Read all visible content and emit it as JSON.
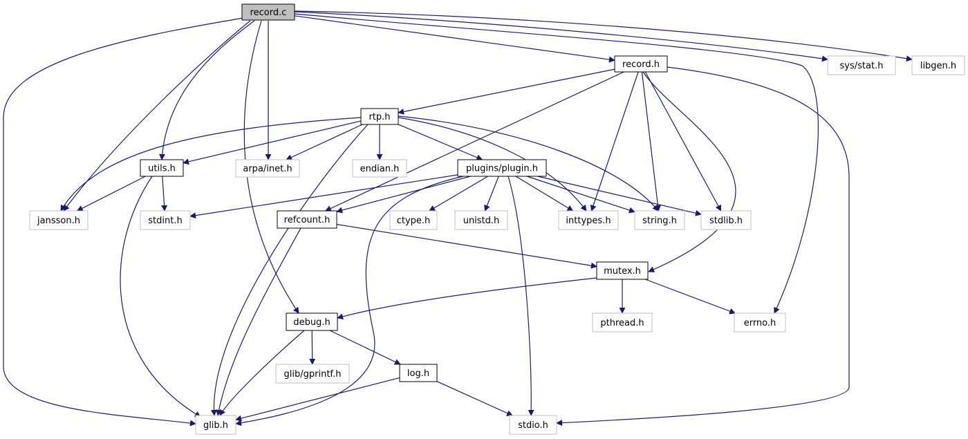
{
  "colors": {
    "edge": "#191970",
    "root_fill": "#bfbfbf",
    "local_border": "#000000",
    "system_border": "#bfbfbf",
    "node_fill": "#ffffff"
  },
  "nodes": {
    "record_c": {
      "label": "record.c",
      "kind": "root"
    },
    "record_h": {
      "label": "record.h",
      "kind": "local"
    },
    "sys_stat_h": {
      "label": "sys/stat.h",
      "kind": "system"
    },
    "libgen_h": {
      "label": "libgen.h",
      "kind": "system"
    },
    "rtp_h": {
      "label": "rtp.h",
      "kind": "local"
    },
    "utils_h": {
      "label": "utils.h",
      "kind": "local"
    },
    "arpa_inet_h": {
      "label": "arpa/inet.h",
      "kind": "system"
    },
    "endian_h": {
      "label": "endian.h",
      "kind": "system"
    },
    "plugins_plugin_h": {
      "label": "plugins/plugin.h",
      "kind": "local"
    },
    "jansson_h": {
      "label": "jansson.h",
      "kind": "system"
    },
    "stdint_h": {
      "label": "stdint.h",
      "kind": "system"
    },
    "refcount_h": {
      "label": "refcount.h",
      "kind": "local"
    },
    "ctype_h": {
      "label": "ctype.h",
      "kind": "system"
    },
    "unistd_h": {
      "label": "unistd.h",
      "kind": "system"
    },
    "inttypes_h": {
      "label": "inttypes.h",
      "kind": "system"
    },
    "string_h": {
      "label": "string.h",
      "kind": "system"
    },
    "stdlib_h": {
      "label": "stdlib.h",
      "kind": "system"
    },
    "mutex_h": {
      "label": "mutex.h",
      "kind": "local"
    },
    "debug_h": {
      "label": "debug.h",
      "kind": "local"
    },
    "pthread_h": {
      "label": "pthread.h",
      "kind": "system"
    },
    "errno_h": {
      "label": "errno.h",
      "kind": "system"
    },
    "glib_gprintf_h": {
      "label": "glib/gprintf.h",
      "kind": "system"
    },
    "log_h": {
      "label": "log.h",
      "kind": "local"
    },
    "glib_h": {
      "label": "glib.h",
      "kind": "system"
    },
    "stdio_h": {
      "label": "stdio.h",
      "kind": "system"
    }
  },
  "edges": [
    [
      "record_c",
      "record_h"
    ],
    [
      "record_c",
      "sys_stat_h"
    ],
    [
      "record_c",
      "libgen_h"
    ],
    [
      "record_c",
      "errno_h"
    ],
    [
      "record_c",
      "utils_h"
    ],
    [
      "record_c",
      "arpa_inet_h"
    ],
    [
      "record_c",
      "jansson_h"
    ],
    [
      "record_c",
      "debug_h"
    ],
    [
      "record_c",
      "glib_h"
    ],
    [
      "record_h",
      "rtp_h"
    ],
    [
      "record_h",
      "refcount_h"
    ],
    [
      "record_h",
      "inttypes_h"
    ],
    [
      "record_h",
      "string_h"
    ],
    [
      "record_h",
      "stdlib_h"
    ],
    [
      "record_h",
      "mutex_h"
    ],
    [
      "record_h",
      "stdio_h"
    ],
    [
      "rtp_h",
      "utils_h"
    ],
    [
      "rtp_h",
      "arpa_inet_h"
    ],
    [
      "rtp_h",
      "endian_h"
    ],
    [
      "rtp_h",
      "plugins_plugin_h"
    ],
    [
      "rtp_h",
      "jansson_h"
    ],
    [
      "rtp_h",
      "glib_h"
    ],
    [
      "rtp_h",
      "inttypes_h"
    ],
    [
      "rtp_h",
      "string_h"
    ],
    [
      "utils_h",
      "jansson_h"
    ],
    [
      "utils_h",
      "stdint_h"
    ],
    [
      "utils_h",
      "glib_h"
    ],
    [
      "plugins_plugin_h",
      "stdint_h"
    ],
    [
      "plugins_plugin_h",
      "refcount_h"
    ],
    [
      "plugins_plugin_h",
      "ctype_h"
    ],
    [
      "plugins_plugin_h",
      "unistd_h"
    ],
    [
      "plugins_plugin_h",
      "inttypes_h"
    ],
    [
      "plugins_plugin_h",
      "string_h"
    ],
    [
      "plugins_plugin_h",
      "stdlib_h"
    ],
    [
      "plugins_plugin_h",
      "glib_h"
    ],
    [
      "plugins_plugin_h",
      "stdio_h"
    ],
    [
      "refcount_h",
      "mutex_h"
    ],
    [
      "refcount_h",
      "glib_h"
    ],
    [
      "mutex_h",
      "debug_h"
    ],
    [
      "mutex_h",
      "pthread_h"
    ],
    [
      "mutex_h",
      "errno_h"
    ],
    [
      "debug_h",
      "glib_gprintf_h"
    ],
    [
      "debug_h",
      "log_h"
    ],
    [
      "debug_h",
      "glib_h"
    ],
    [
      "log_h",
      "glib_h"
    ],
    [
      "log_h",
      "stdio_h"
    ]
  ]
}
